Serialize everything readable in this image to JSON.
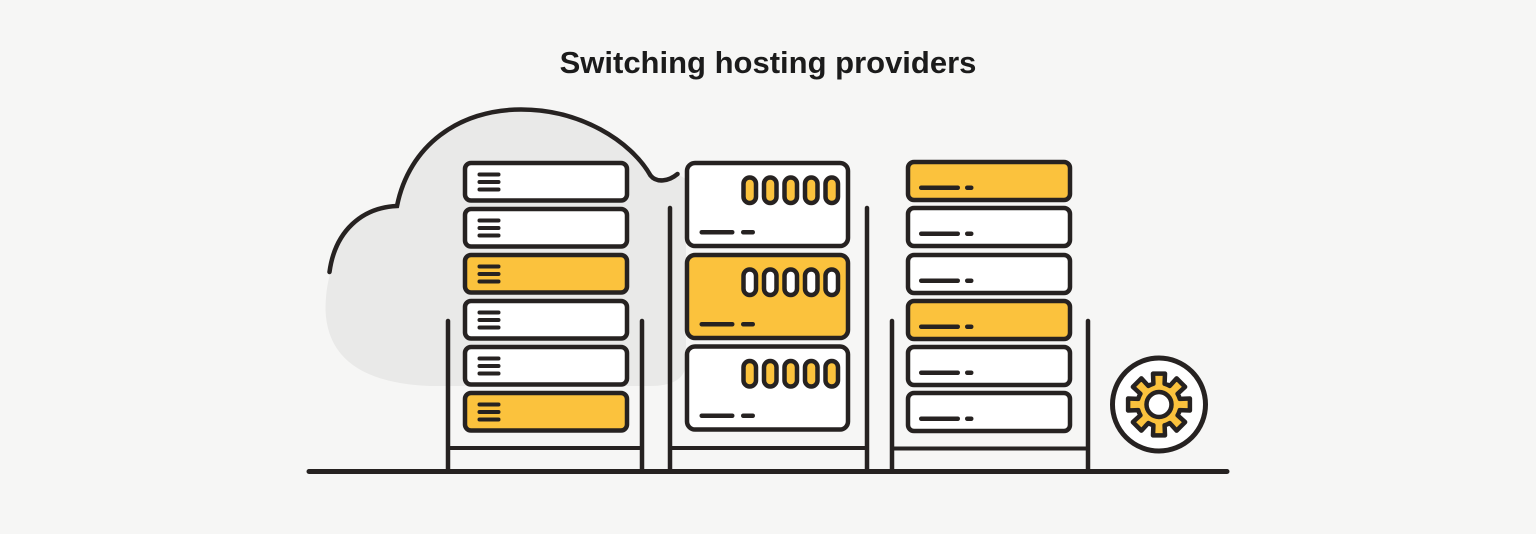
{
  "title": "Switching hosting providers",
  "colors": {
    "background": "#f6f6f5",
    "outline": "#262221",
    "accent": "#fbc23d",
    "white": "#ffffff",
    "cloud": "#e9e9e8",
    "title": "#1b1b1b"
  },
  "illustration": {
    "cloud": "cloud-shape",
    "ground": "ground-line",
    "racks": [
      {
        "name": "left-rack",
        "icon": "menu-lines-icon",
        "units": [
          "white",
          "white",
          "accent",
          "white",
          "white",
          "accent"
        ]
      },
      {
        "name": "middle-rack",
        "icon": "port-slots-icon",
        "units": [
          "white",
          "accent",
          "white"
        ]
      },
      {
        "name": "right-rack",
        "icon": "dash-dot-icon",
        "units": [
          "accent",
          "white",
          "white",
          "accent",
          "white",
          "white"
        ]
      }
    ],
    "gear": "gear-icon"
  }
}
